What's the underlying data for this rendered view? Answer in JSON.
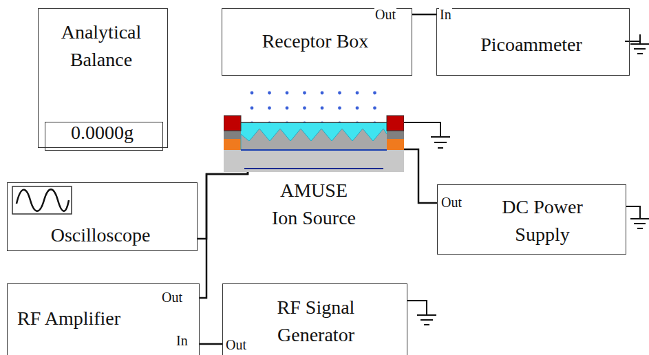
{
  "diagram": {
    "nodes": [
      {
        "text": [
          "Analytical Balance"
        ]
      },
      {
        "text": [
          "0.0000g"
        ],
        "in": 0
      },
      {
        "text": [
          "Receptor Box"
        ]
      },
      {
        "text": [
          "Picoammeter"
        ]
      },
      {
        "text": [
          "AMUSE Ion Source"
        ]
      },
      {
        "text": [
          "Oscilloscope"
        ]
      },
      {
        "text": [
          "DC Power Supply"
        ]
      },
      {
        "text": [
          "RF Amplifier"
        ]
      },
      {
        "text": [
          "RF Signal Generator"
        ]
      }
    ],
    "edges": [
      {
        "from": 2,
        "to": 3,
        "arrow": "none"
      },
      {
        "from": 7,
        "to": 4,
        "arrow": "none"
      },
      {
        "from": 5,
        "to": 4,
        "arrow": "none"
      },
      {
        "from": 4,
        "to": 6,
        "arrow": "none"
      },
      {
        "from": 8,
        "to": 7,
        "arrow": "none"
      }
    ],
    "labels": [
      "Out",
      "In",
      "Out",
      "Out",
      "In",
      "Out"
    ]
  }
}
